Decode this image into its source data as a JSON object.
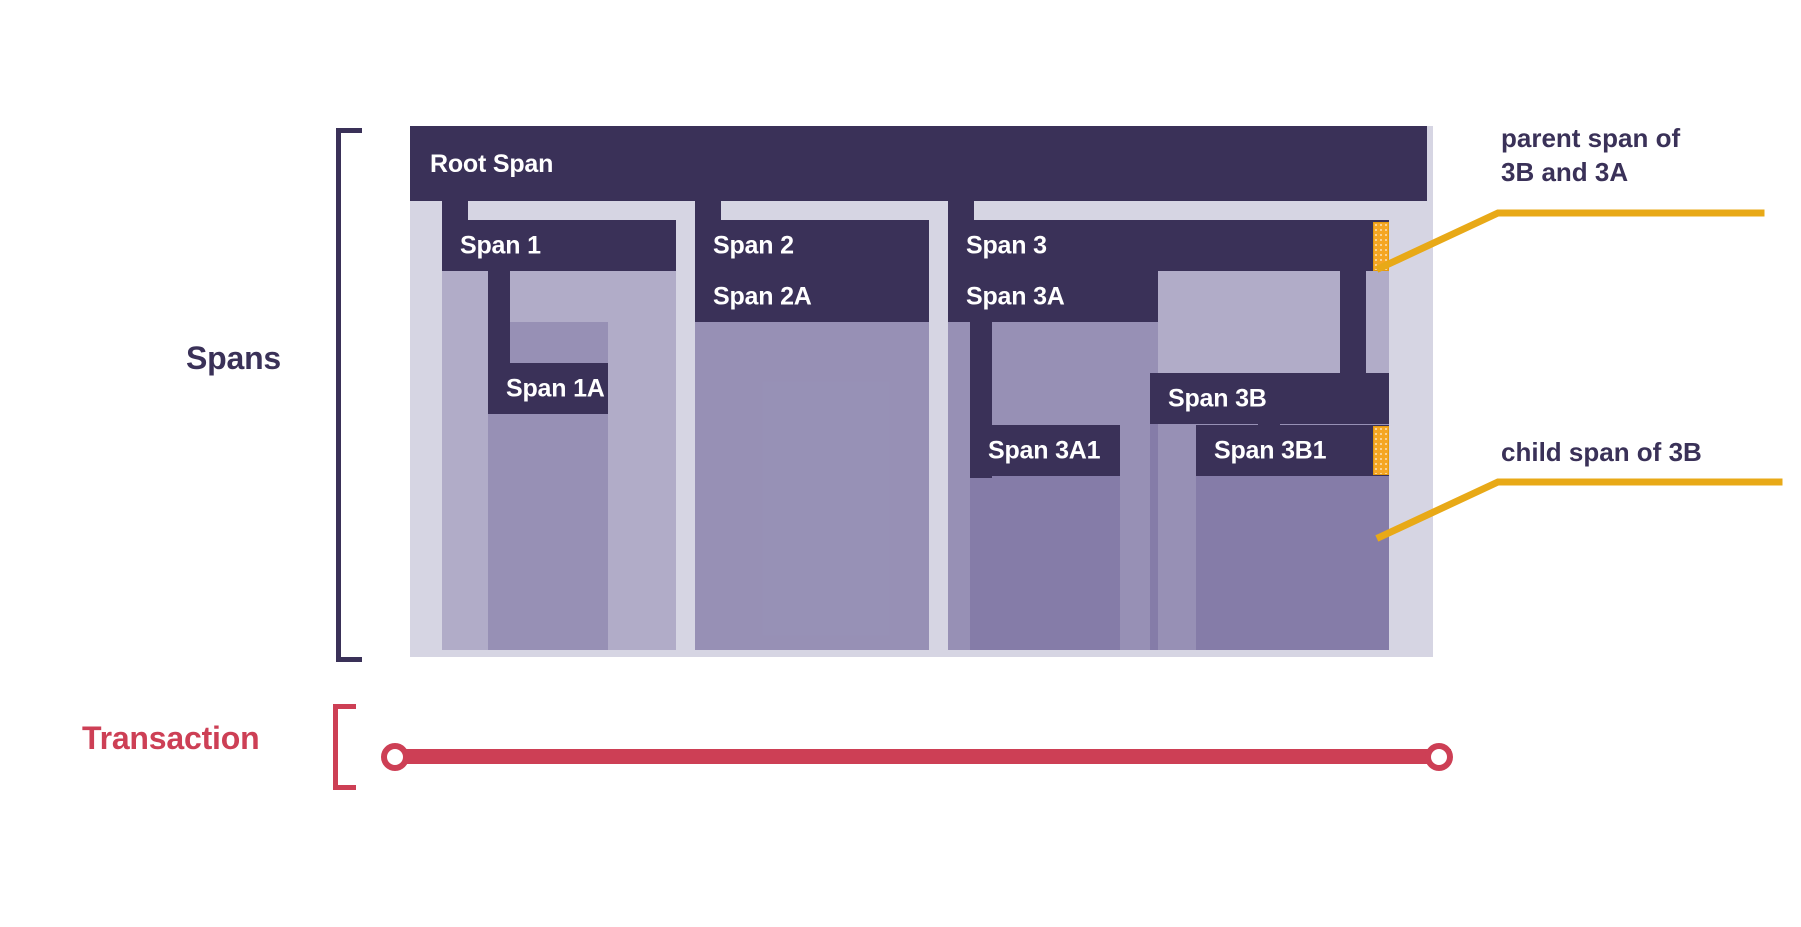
{
  "diagram": {
    "title": "Spans and Transaction trace diagram",
    "colors": {
      "span_dark": "#3a3158",
      "span_body": "#9b94b8",
      "panel_bg": "#d6d5e3",
      "accent_orange": "#f5a623",
      "transaction_red": "#cd3f55",
      "text_dark": "#3a3158"
    }
  },
  "side_labels": {
    "spans": "Spans",
    "transaction": "Transaction"
  },
  "spans": {
    "root": {
      "label": "Root Span"
    },
    "group1": {
      "parent": {
        "label": "Span 1"
      },
      "child": {
        "label": "Span 1A"
      }
    },
    "group2": {
      "parent": {
        "label": "Span 2"
      },
      "child": {
        "label": "Span 2A"
      }
    },
    "group3": {
      "parent": {
        "label": "Span 3"
      },
      "childA": {
        "label": "Span 3A"
      },
      "childA1": {
        "label": "Span 3A1"
      },
      "childB": {
        "label": "Span 3B"
      },
      "childB1": {
        "label": "Span 3B1"
      }
    }
  },
  "annotations": [
    {
      "id": "parent-annotation",
      "text": "parent span of\n3B and 3A"
    },
    {
      "id": "child-annotation",
      "text": "child span of 3B"
    }
  ],
  "transaction": {
    "start_marker": "circle",
    "end_marker": "circle"
  }
}
